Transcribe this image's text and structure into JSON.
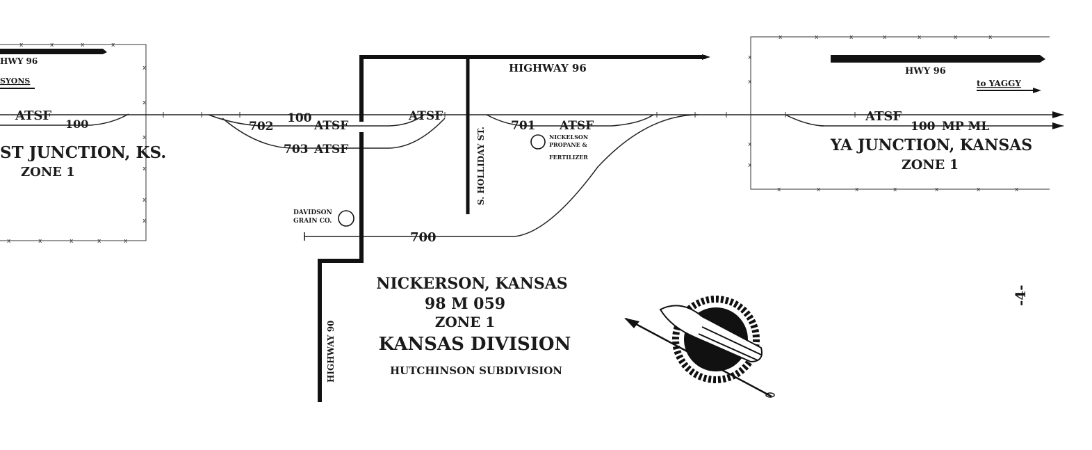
{
  "page_number": "-4-",
  "left_inset": {
    "highway": "HWY 96",
    "industry": "SYONS",
    "railroad": "ATSF",
    "track_number": "100",
    "station": "ST JUNCTION, KS.",
    "zone": "ZONE 1"
  },
  "main": {
    "highway_96": "HIGHWAY 96",
    "highway_90": "HIGHWAY 90",
    "street": "S. HOLLIDAY ST.",
    "tracks": {
      "t702": "702",
      "t100": "100",
      "atsf_1": "ATSF",
      "t703": "703",
      "atsf_703": "ATSF",
      "atsf_2": "ATSF",
      "t701": "701",
      "atsf_3": "ATSF",
      "t700": "700"
    },
    "industries": {
      "davidson_line1": "DAVIDSON",
      "davidson_line2": "GRAIN CO.",
      "nickelson_line1": "NICKELSON",
      "nickelson_line2": "PROPANE &",
      "nickelson_line3": "FERTILIZER"
    }
  },
  "title_block": {
    "station": "NICKERSON, KANSAS",
    "code": "98 M 059",
    "zone": "ZONE 1",
    "division": "KANSAS DIVISION",
    "subdivision": "HUTCHINSON SUBDIVISION"
  },
  "right_inset": {
    "highway": "HWY 96",
    "direction": "to YAGGY",
    "railroad": "ATSF",
    "track_number": "100",
    "mainline": "MP ML",
    "station": "YA JUNCTION, KANSAS",
    "zone": "ZONE 1"
  },
  "logo": {
    "icon": "santa-fe-hand-spear-emblem"
  }
}
